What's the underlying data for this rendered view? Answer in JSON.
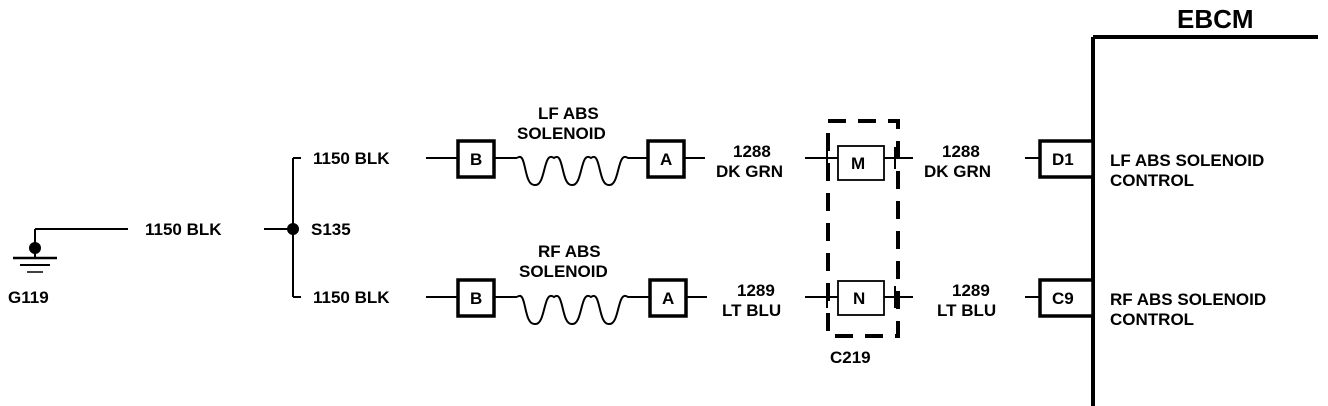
{
  "module": {
    "title": "EBCM",
    "circuits": [
      {
        "pin": "D1",
        "label_line1": "LF ABS SOLENOID",
        "label_line2": "CONTROL"
      },
      {
        "pin": "C9",
        "label_line1": "RF ABS SOLENOID",
        "label_line2": "CONTROL"
      }
    ]
  },
  "ground": {
    "name": "G119",
    "wire": "1150 BLK"
  },
  "splice": {
    "name": "S135",
    "branch_top_wire": "1150 BLK",
    "branch_bottom_wire": "1150 BLK"
  },
  "solenoids": [
    {
      "label_line1": "LF ABS",
      "label_line2": "SOLENOID",
      "pin_in": "B",
      "pin_out": "A"
    },
    {
      "label_line1": "RF ABS",
      "label_line2": "SOLENOID",
      "pin_in": "B",
      "pin_out": "A"
    }
  ],
  "connector": {
    "name": "C219",
    "pins": [
      "M",
      "N"
    ]
  },
  "wires": {
    "lf_left": {
      "line1": "1288",
      "line2": "DK GRN"
    },
    "lf_right": {
      "line1": "1288",
      "line2": "DK GRN"
    },
    "rf_left": {
      "line1": "1289",
      "line2": "LT BLU"
    },
    "rf_right": {
      "line1": "1289",
      "line2": "LT BLU"
    }
  },
  "colors": {
    "ink": "#000000",
    "background": "#ffffff"
  }
}
